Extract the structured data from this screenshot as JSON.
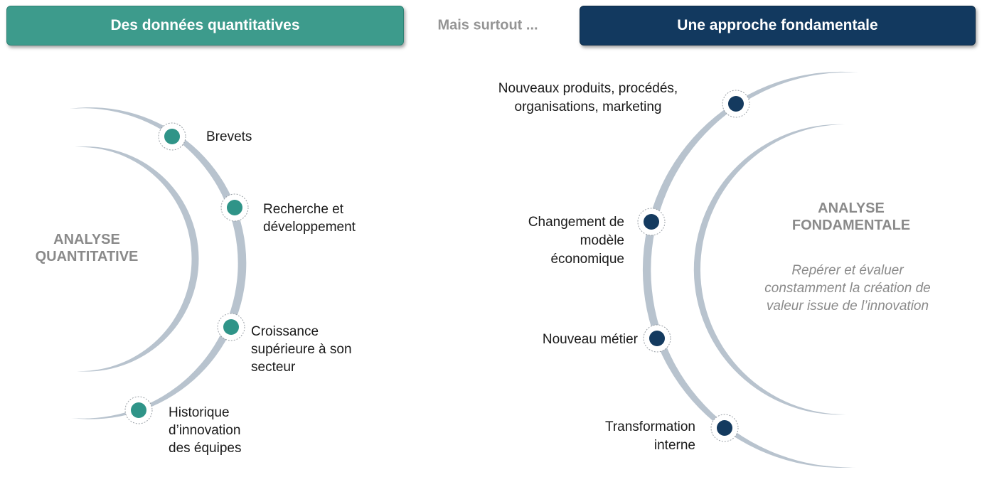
{
  "header": {
    "left_label": "Des données quantitatives",
    "middle_label": "Mais surtout ...",
    "right_label": "Une approche fondamentale"
  },
  "quantitative": {
    "title": "ANALYSE\nQUANTITATIVE",
    "items": [
      {
        "label": "Brevets"
      },
      {
        "label": "Recherche et\ndéveloppement"
      },
      {
        "label": "Croissance\nsupérieure à son\nsecteur"
      },
      {
        "label": "Historique\nd’innovation\ndes équipes"
      }
    ]
  },
  "fondamentale": {
    "title": "ANALYSE\nFONDAMENTALE",
    "subtitle": "Repérer et évaluer\nconstamment la création de\nvaleur issue de l’innovation",
    "items": [
      {
        "label": "Nouveaux produits, procédés,\norganisations, marketing"
      },
      {
        "label": "Changement de\nmodèle\néconomique"
      },
      {
        "label": "Nouveau métier"
      },
      {
        "label": "Transformation\ninterne"
      }
    ]
  },
  "colors": {
    "teal": "#3D9B8C",
    "navy": "#12395F",
    "arc_gray": "#B8C3CE",
    "dot_teal": "#2F9488",
    "dot_navy": "#143A5F",
    "title_gray": "#8A8A8A"
  }
}
